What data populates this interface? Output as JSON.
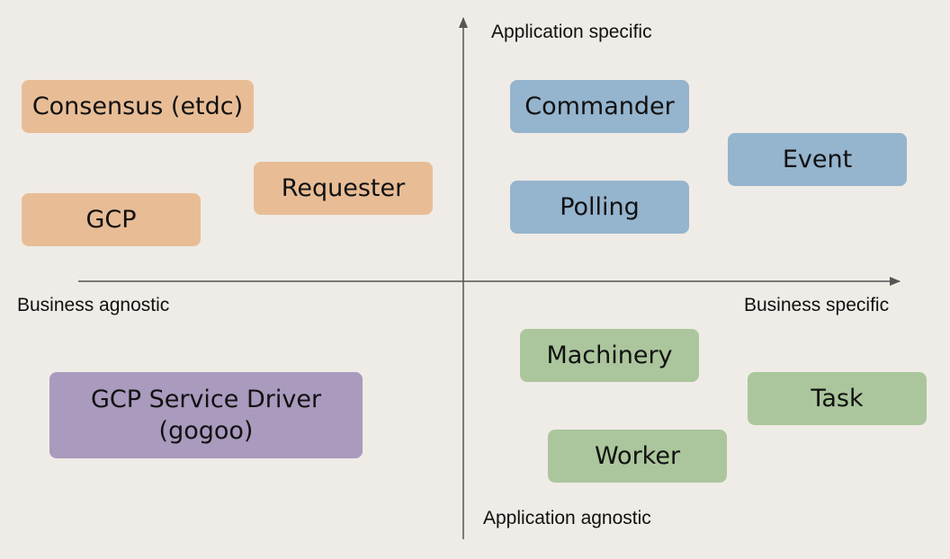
{
  "axes": {
    "top_label": "Application specific",
    "bottom_label": "Application agnostic",
    "left_label": "Business agnostic",
    "right_label": "Business specific"
  },
  "boxes": {
    "consensus": "Consensus (etdc)",
    "gcp": "GCP",
    "requester": "Requester",
    "commander": "Commander",
    "polling": "Polling",
    "event": "Event",
    "machinery": "Machinery",
    "task": "Task",
    "worker": "Worker",
    "gcp_service_driver_line1": "GCP Service Driver",
    "gcp_service_driver_line2": "(gogoo)"
  },
  "colors": {
    "background": "#efebe6",
    "orange": "#e8bd96",
    "blue": "#95b4cd",
    "green": "#abc69c",
    "purple": "#a99abe",
    "axis": "#555555"
  }
}
